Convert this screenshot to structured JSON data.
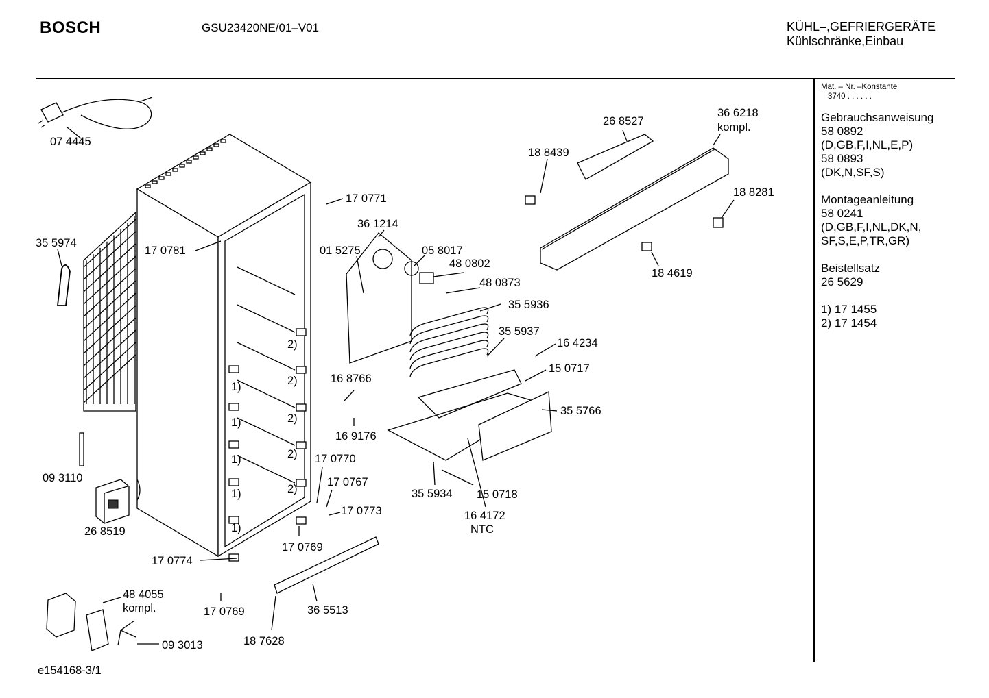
{
  "header": {
    "brand": "BOSCH",
    "model": "GSU23420NE/01–V01",
    "category_line1": "KÜHL–,GEFRIERGERÄTE",
    "category_line2": "Kühlschränke,Einbau"
  },
  "sidebar": {
    "mat_label": "Mat. – Nr. –Konstante",
    "mat_value": "3740  .  .   .  .  .  .",
    "blocks": [
      [
        "Gebrauchsanweisung",
        "58 0892",
        "(D,GB,F,I,NL,E,P)",
        "58 0893",
        "(DK,N,SF,S)"
      ],
      [
        "Montageanleitung",
        "58 0241",
        "(D,GB,F,I,NL,DK,N,",
        "SF,S,E,P,TR,GR)"
      ],
      [
        "Beistellsatz",
        "26 5629"
      ],
      [
        "1) 17 1455",
        "2) 17 1454"
      ]
    ]
  },
  "parts": [
    {
      "id": "p-074445",
      "text": "07 4445"
    },
    {
      "id": "p-355974",
      "text": "35 5974"
    },
    {
      "id": "p-170781",
      "text": "17 0781"
    },
    {
      "id": "p-170771",
      "text": "17 0771"
    },
    {
      "id": "p-361214",
      "text": "36 1214"
    },
    {
      "id": "p-015275",
      "text": "01 5275"
    },
    {
      "id": "p-058017",
      "text": "05 8017"
    },
    {
      "id": "p-480802",
      "text": "48 0802"
    },
    {
      "id": "p-480873",
      "text": "48 0873"
    },
    {
      "id": "p-355936",
      "text": "35 5936"
    },
    {
      "id": "p-355937",
      "text": "35 5937"
    },
    {
      "id": "p-164234",
      "text": "16 4234"
    },
    {
      "id": "p-150717",
      "text": "15  0717"
    },
    {
      "id": "p-355766",
      "text": "35 5766"
    },
    {
      "id": "p-168766",
      "text": "16 8766"
    },
    {
      "id": "p-169176",
      "text": "16 9176"
    },
    {
      "id": "p-170770",
      "text": "17 0770"
    },
    {
      "id": "p-170767",
      "text": "17 0767"
    },
    {
      "id": "p-170773",
      "text": "17 0773"
    },
    {
      "id": "p-170769a",
      "text": "17 0769"
    },
    {
      "id": "p-170774",
      "text": "17 0774"
    },
    {
      "id": "p-170769b",
      "text": "17 0769"
    },
    {
      "id": "p-093110",
      "text": "09 3110"
    },
    {
      "id": "p-268519",
      "text": "26 8519"
    },
    {
      "id": "p-484055",
      "text": "48 4055"
    },
    {
      "id": "p-484055k",
      "text": "kompl."
    },
    {
      "id": "p-093013",
      "text": "09 3013"
    },
    {
      "id": "p-365513",
      "text": "36 5513"
    },
    {
      "id": "p-187628",
      "text": "18 7628"
    },
    {
      "id": "p-355934",
      "text": "35 5934"
    },
    {
      "id": "p-150718",
      "text": "15  0718"
    },
    {
      "id": "p-164172",
      "text": "16 4172"
    },
    {
      "id": "p-164172n",
      "text": "NTC"
    },
    {
      "id": "p-268527",
      "text": "26 8527"
    },
    {
      "id": "p-366218",
      "text": "36 6218"
    },
    {
      "id": "p-366218k",
      "text": "kompl."
    },
    {
      "id": "p-188439",
      "text": "18 8439"
    },
    {
      "id": "p-188281",
      "text": "18 8281"
    },
    {
      "id": "p-184619",
      "text": "18 4619"
    }
  ],
  "footnote_marks": {
    "two": "2)",
    "one": "1)"
  },
  "footer": {
    "drawing_id": "e154168-3/1"
  }
}
